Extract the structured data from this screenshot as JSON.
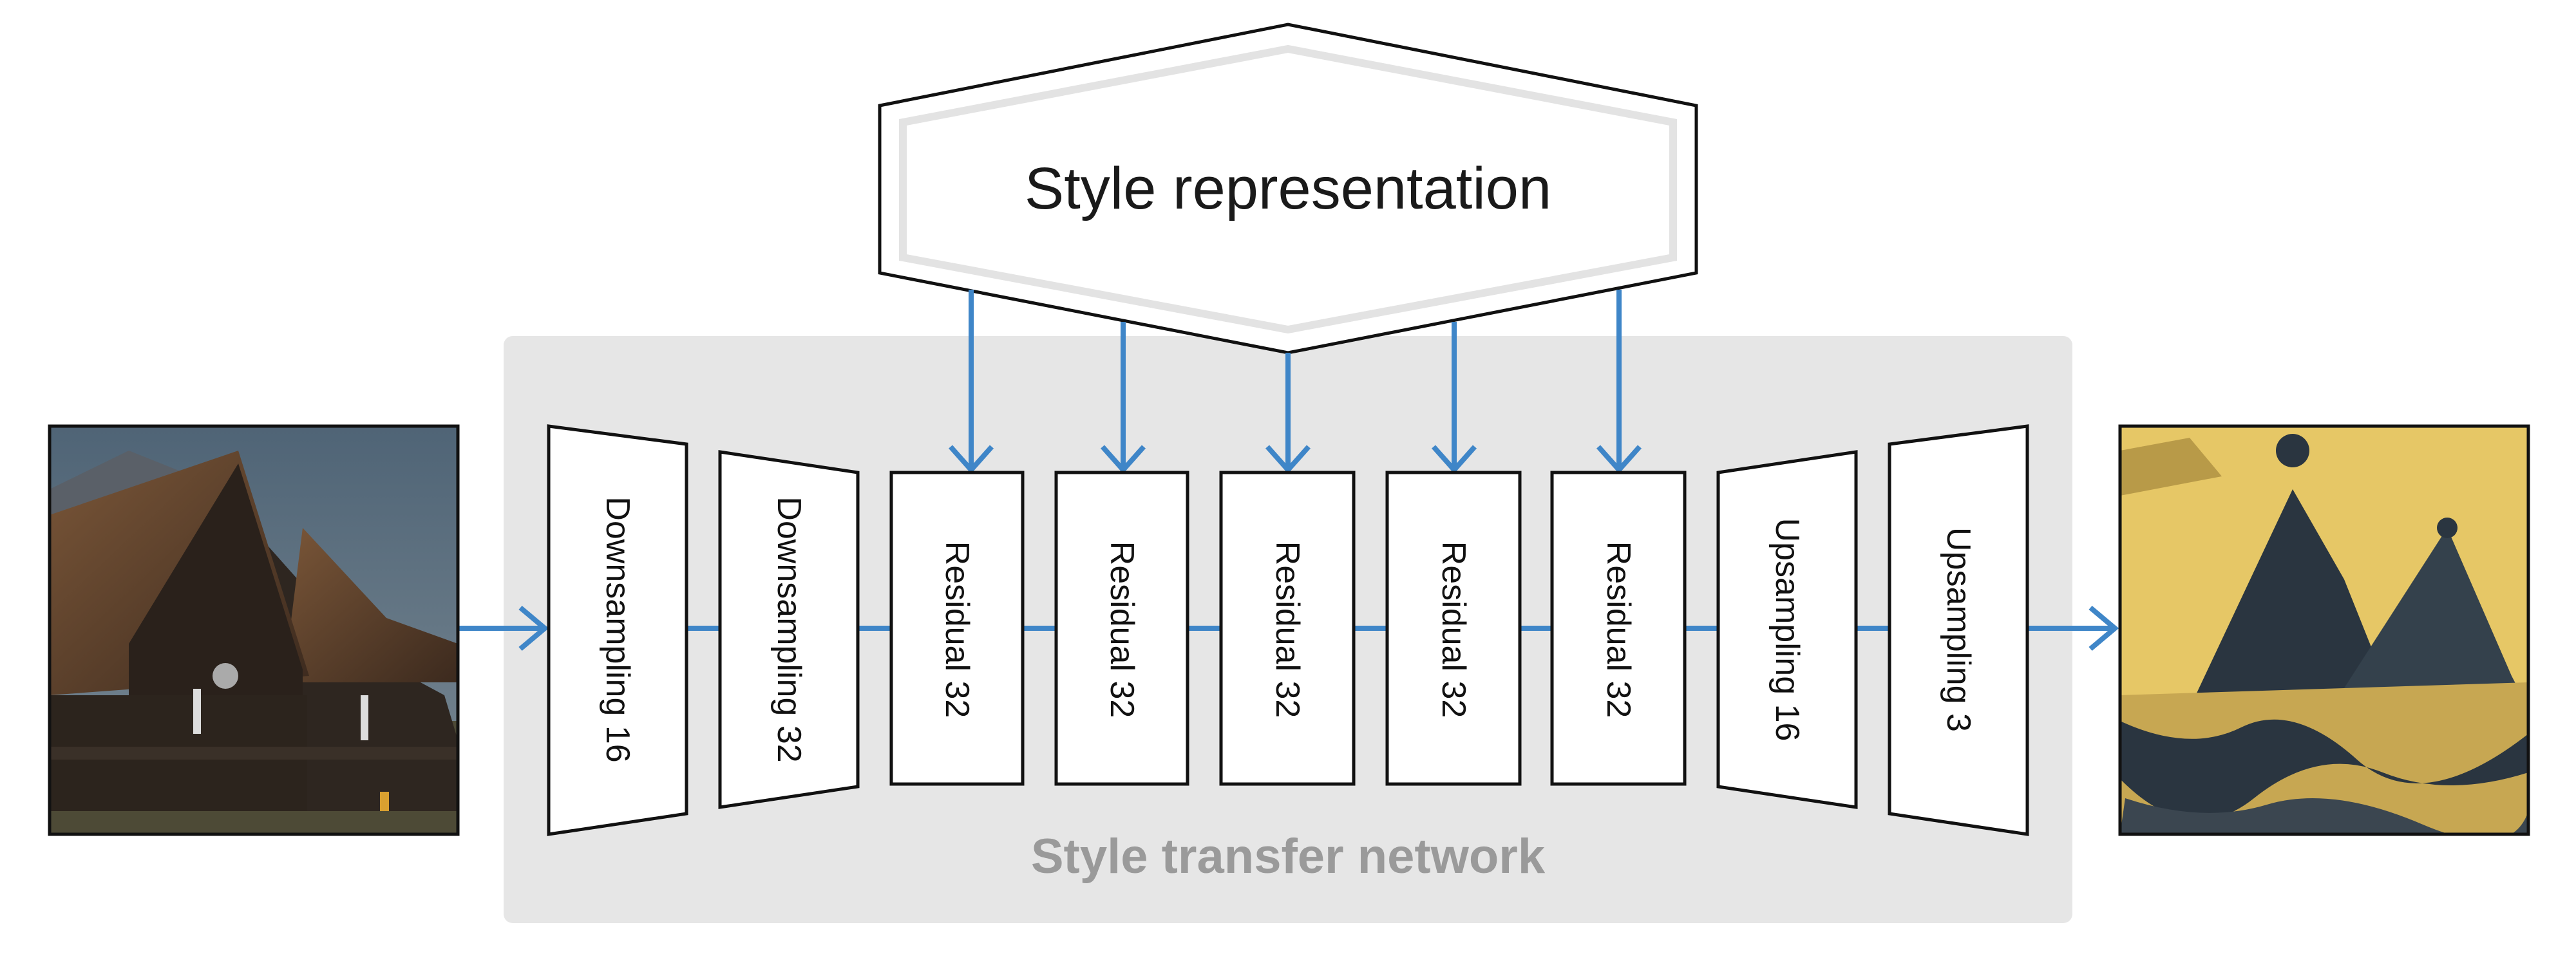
{
  "style_representation": {
    "label": "Style representation"
  },
  "network": {
    "label": "Style transfer network"
  },
  "layers": [
    {
      "label": "Downsampling 16"
    },
    {
      "label": "Downsampling 32"
    },
    {
      "label": "Residual 32"
    },
    {
      "label": "Residual 32"
    },
    {
      "label": "Residual 32"
    },
    {
      "label": "Residual 32"
    },
    {
      "label": "Residual 32"
    },
    {
      "label": "Upsampling 16"
    },
    {
      "label": "Upsampling 3"
    }
  ],
  "colors": {
    "arrow": "#3f86c8",
    "panel": "#e6e6e6",
    "network_label": "#9a9a9a",
    "block_stroke": "#111111",
    "input_sky": "#5d6f80",
    "input_roof": "#6b4a33",
    "output_bg": "#e6c766",
    "output_dark": "#2a3540"
  },
  "images": {
    "input": "input-photo (viking houses)",
    "output": "stylized-output (viking houses)"
  }
}
